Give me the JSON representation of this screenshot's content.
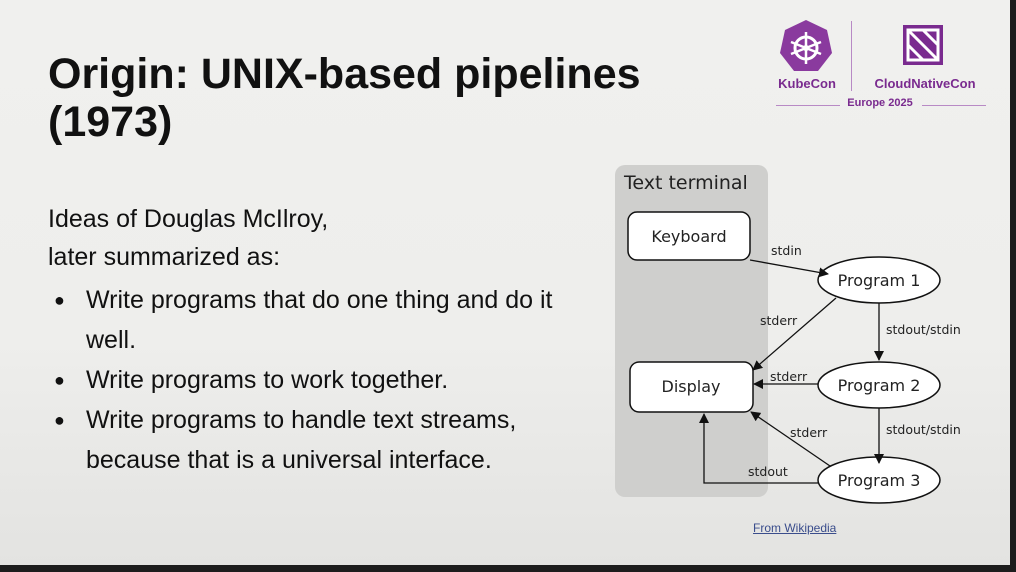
{
  "slide": {
    "title_line1": "Origin: UNIX-based pipelines",
    "title_line2": "(1973)",
    "intro_line1": "Ideas of Douglas McIlroy,",
    "intro_line2": "later summarized as:",
    "bullets": [
      "Write programs that do one thing and do it well.",
      "Write programs to work together.",
      "Write programs to handle text streams, because that is a universal interface."
    ],
    "source_link": "From Wikipedia"
  },
  "logo": {
    "left_name": "KubeCon",
    "right_name": "CloudNativeCon",
    "event": "Europe 2025",
    "brand_color": "#7a2b8f"
  },
  "diagram": {
    "container_label": "Text terminal",
    "nodes": {
      "keyboard": "Keyboard",
      "display": "Display",
      "program1": "Program 1",
      "program2": "Program 2",
      "program3": "Program 3"
    },
    "edges": {
      "stdin": "stdin",
      "stderr1": "stderr",
      "stdout_stdin1": "stdout/stdin",
      "stderr2": "stderr",
      "stdout_stdin2": "stdout/stdin",
      "stderr3": "stderr",
      "stdout": "stdout"
    }
  }
}
